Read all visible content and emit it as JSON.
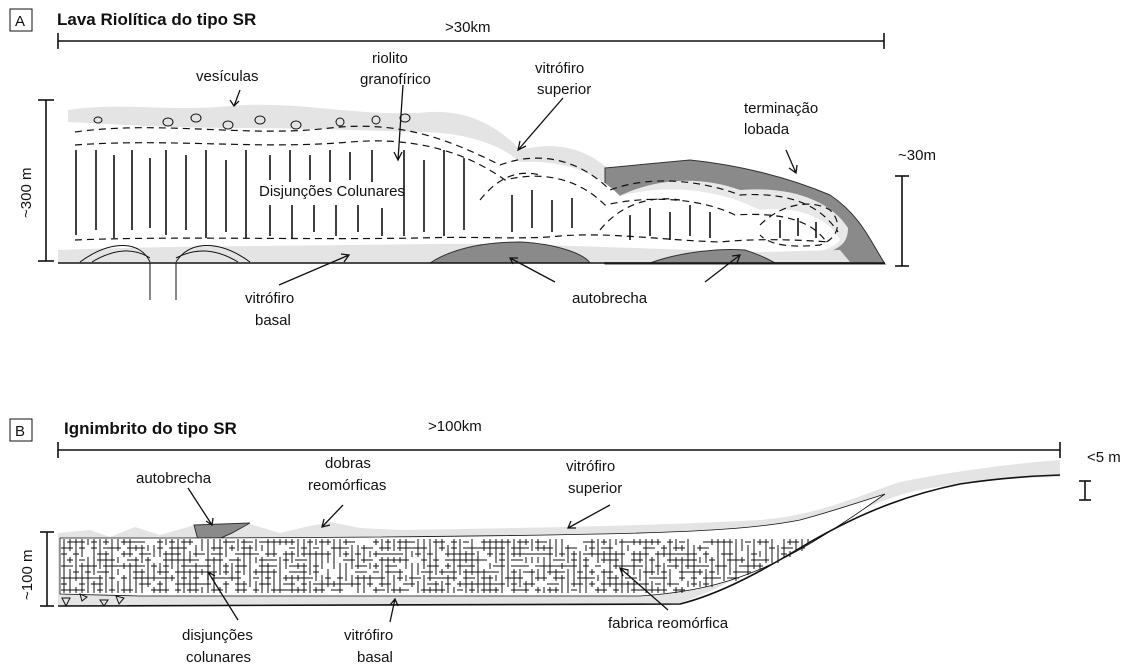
{
  "panel_a": {
    "letter": "A",
    "title": "Lava Riolítica do tipo SR",
    "extent": ">30km",
    "thickness": "~300 m",
    "lobe_thickness": "~30m",
    "labels": {
      "vesiculas": "vesículas",
      "riolito_1": "riolito",
      "riolito_2": "granofírico",
      "vitrofiro_sup_1": "vitrófiro",
      "vitrofiro_sup_2": "superior",
      "terminacao_1": "terminação",
      "terminacao_2": "lobada",
      "disjuncoes": "Disjunções Colunares",
      "vitrofiro_basal_1": "vitrófiro",
      "vitrofiro_basal_2": "basal",
      "autobrecha": "autobrecha"
    }
  },
  "panel_b": {
    "letter": "B",
    "title": "Ignimbrito do tipo SR",
    "extent": ">100km",
    "thickness": "~100 m",
    "end_thickness": "<5 m",
    "labels": {
      "autobrecha": "autobrecha",
      "dobras_1": "dobras",
      "dobras_2": "reomórficas",
      "vitrofiro_sup_1": "vitrófiro",
      "vitrofiro_sup_2": "superior",
      "disjuncoes_1": "disjunções",
      "disjuncoes_2": "colunares",
      "vitrofiro_basal_1": "vitrófiro",
      "vitrofiro_basal_2": "basal",
      "fabrica": "fabrica reomórfica"
    }
  }
}
